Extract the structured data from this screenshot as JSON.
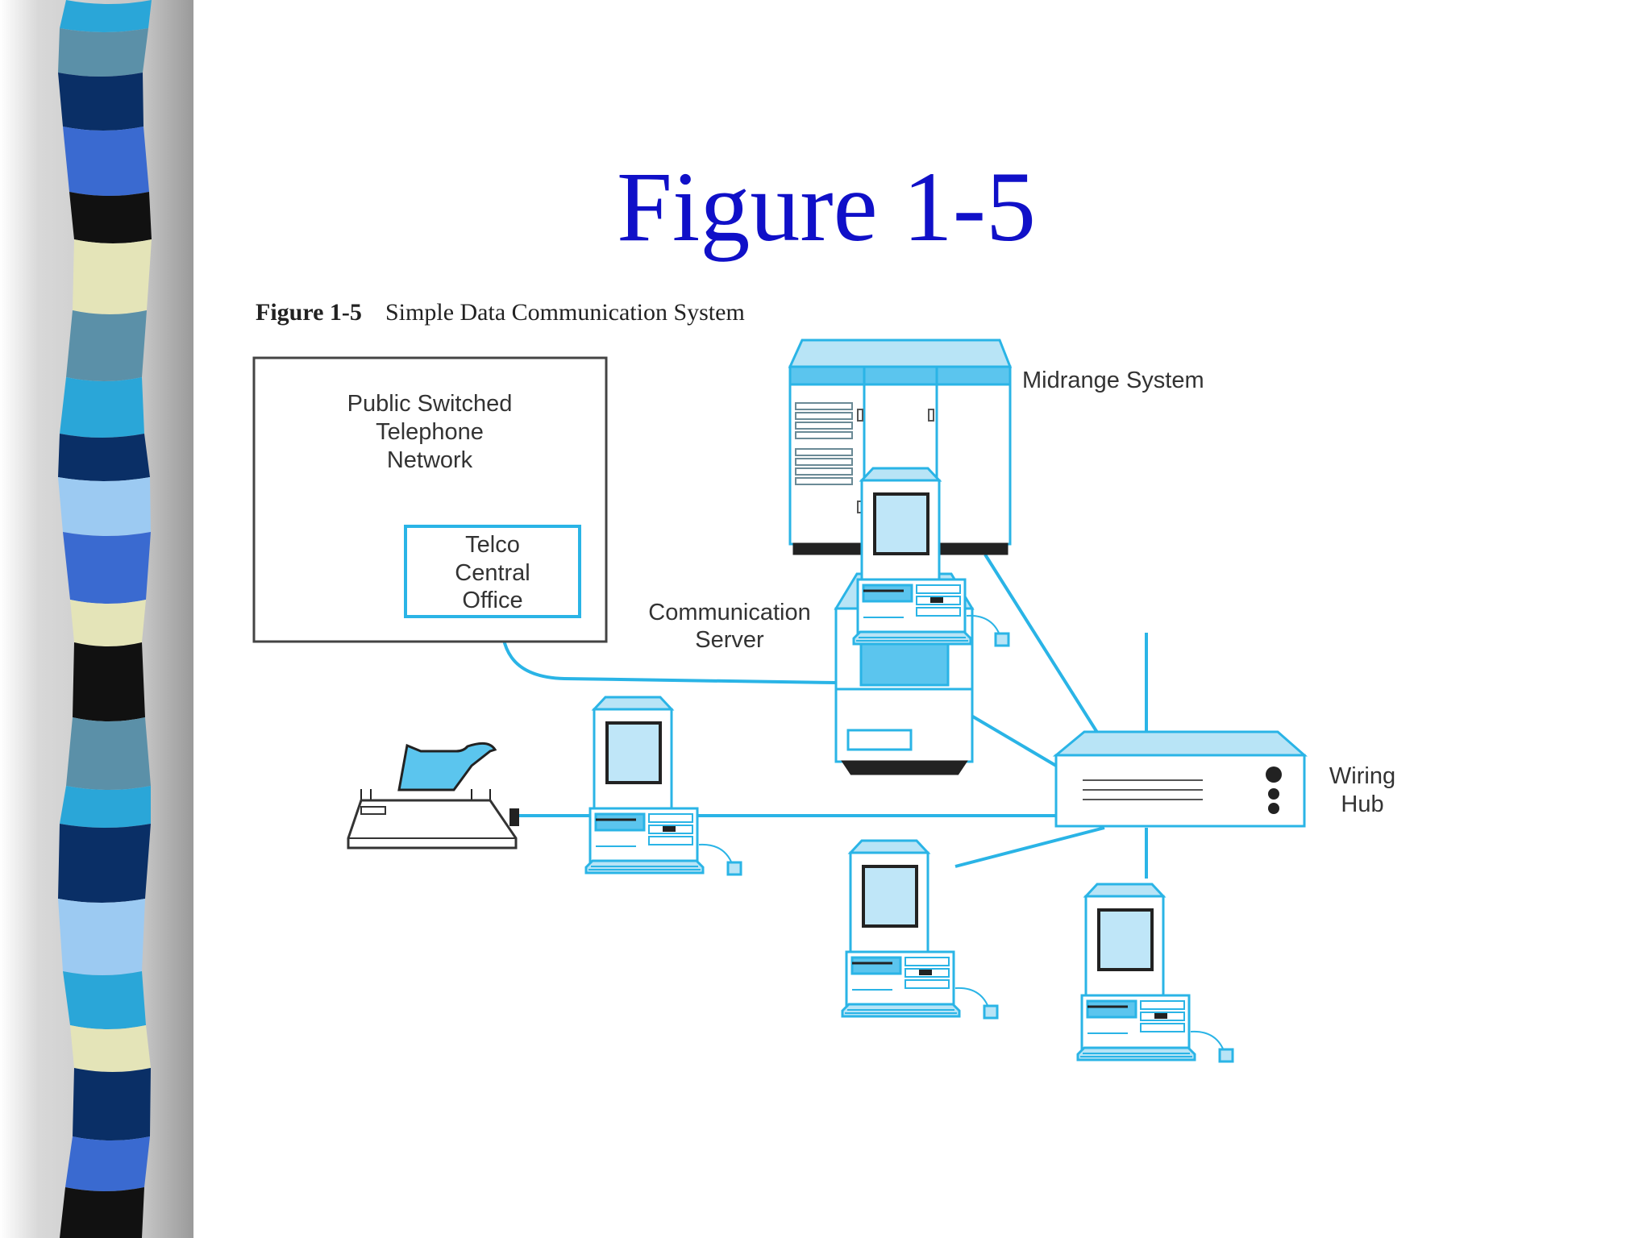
{
  "slide": {
    "title": "Figure 1-5"
  },
  "figure": {
    "caption_number": "Figure 1-5",
    "caption_text": "Simple Data Communication System"
  },
  "nodes": {
    "pstn": {
      "lines": [
        "Public Switched",
        "Telephone",
        "Network"
      ]
    },
    "telco": {
      "lines": [
        "Telco",
        "Central",
        "Office"
      ]
    },
    "midrange": {
      "label": "Midrange System"
    },
    "comm_server": {
      "lines": [
        "Communication",
        "Server"
      ]
    },
    "hub": {
      "lines": [
        "Wiring",
        "Hub"
      ]
    }
  },
  "colors": {
    "accent_blue": "#2ab4e6",
    "screen_blue": "#9fd8f2",
    "title_blue": "#1010c8",
    "box_outline": "#444444"
  },
  "icons": {
    "printer": "printer-icon",
    "computer": "desktop-computer-icon",
    "midrange": "server-cabinet-icon",
    "comm_server": "communication-server-icon",
    "hub": "network-hub-icon"
  }
}
